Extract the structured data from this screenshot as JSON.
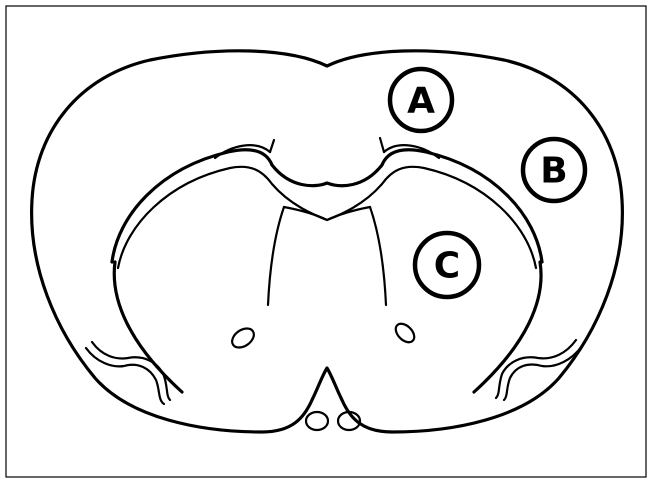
{
  "diagram": {
    "labels": [
      {
        "id": "A",
        "text": "A"
      },
      {
        "id": "B",
        "text": "B"
      },
      {
        "id": "C",
        "text": "C"
      }
    ]
  }
}
